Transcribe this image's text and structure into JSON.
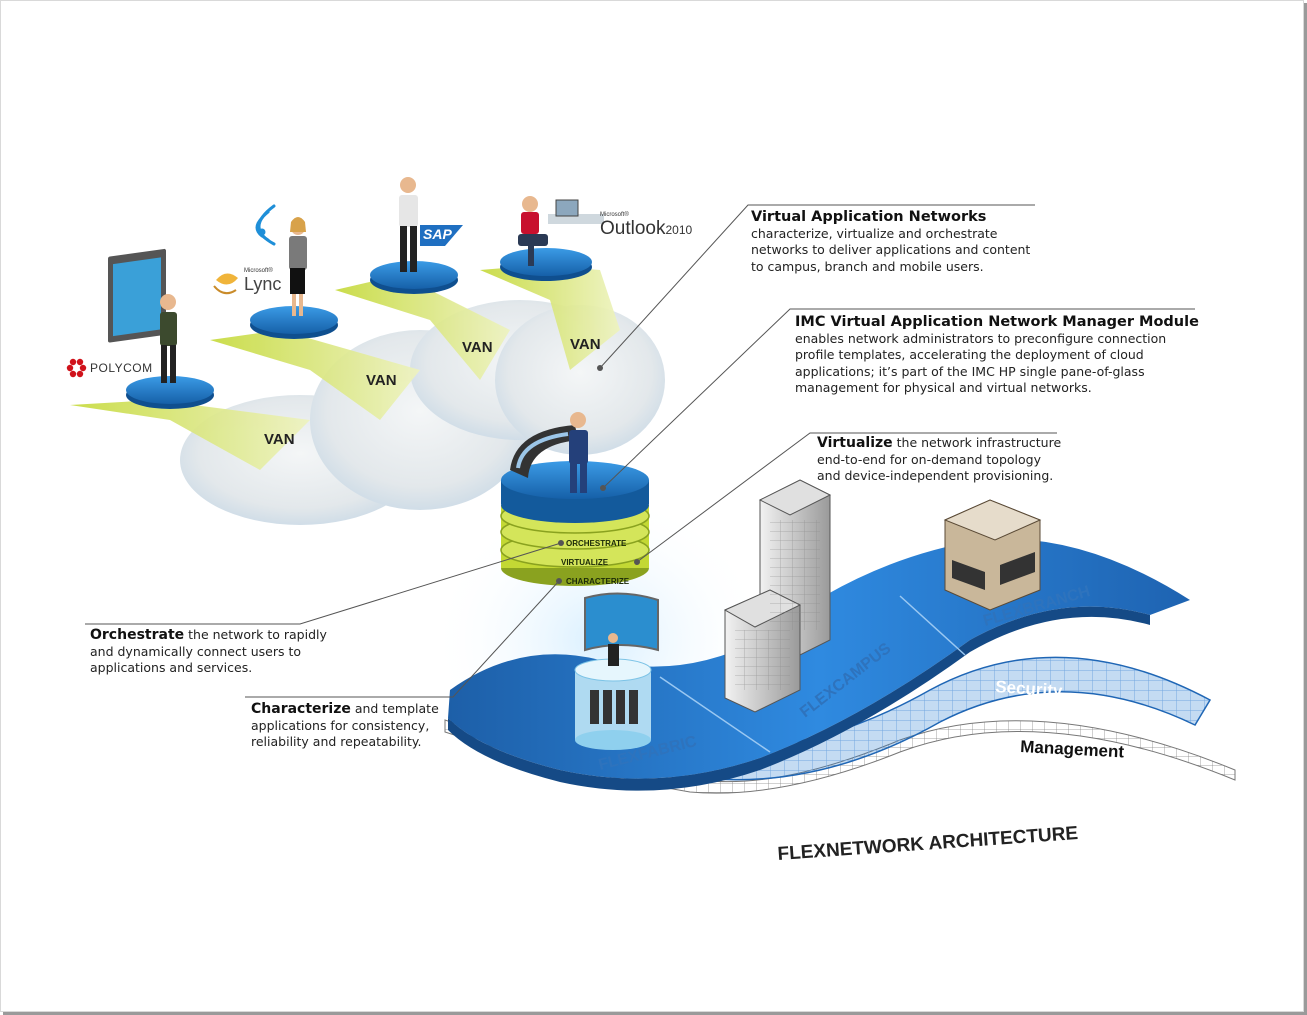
{
  "brands": {
    "polycom": "POLYCOM",
    "lync_small": "Microsoft®",
    "lync": "Lync",
    "sap": "SAP",
    "outlook_small": "Microsoft®",
    "outlook": "Outlook",
    "outlook_version": "2010"
  },
  "van_labels": [
    "VAN",
    "VAN",
    "VAN",
    "VAN"
  ],
  "stack_labels": {
    "orchestrate": "ORCHESTRATE",
    "virtualize": "VIRTUALIZE",
    "characterize": "CHARACTERIZE"
  },
  "callouts": {
    "van": {
      "title": "Virtual Application Networks",
      "lines": [
        "characterize, virtualize and orchestrate",
        "networks to deliver applications and content",
        "to campus, branch and mobile users."
      ]
    },
    "imc": {
      "title": "IMC Virtual Application Network Manager Module",
      "lines": [
        "enables network administrators to preconfigure connection",
        "profile templates, accelerating the deployment of cloud",
        "applications; it’s part of the IMC HP single pane-of-glass",
        "management for physical and virtual networks."
      ]
    },
    "virtualize": {
      "bold": "Virtualize",
      "first": " the network infrastructure",
      "lines": [
        "end-to-end for on-demand topology",
        "and device-independent provisioning."
      ]
    },
    "orchestrate": {
      "bold": "Orchestrate",
      "first": " the network to rapidly",
      "lines": [
        "and dynamically connect users to",
        "applications and services."
      ]
    },
    "characterize": {
      "bold": "Characterize",
      "first": " and template",
      "lines": [
        "applications for consistency,",
        "reliability and repeatability."
      ]
    }
  },
  "layers": {
    "flexfabric": "FLEXFABRIC",
    "flexcampus": "FLEXCAMPUS",
    "flexbranch": "FLEXBRANCH",
    "security": "Security",
    "management": "Management"
  },
  "architecture_title": "FLEXNETWORK ARCHITECTURE",
  "colors": {
    "beam": "#c9dc4a",
    "platform_blue": "#1b6fb7",
    "layer_blue": "#2a7fd0",
    "accent_red": "#d0121b",
    "sap_blue": "#1f6fc1"
  }
}
